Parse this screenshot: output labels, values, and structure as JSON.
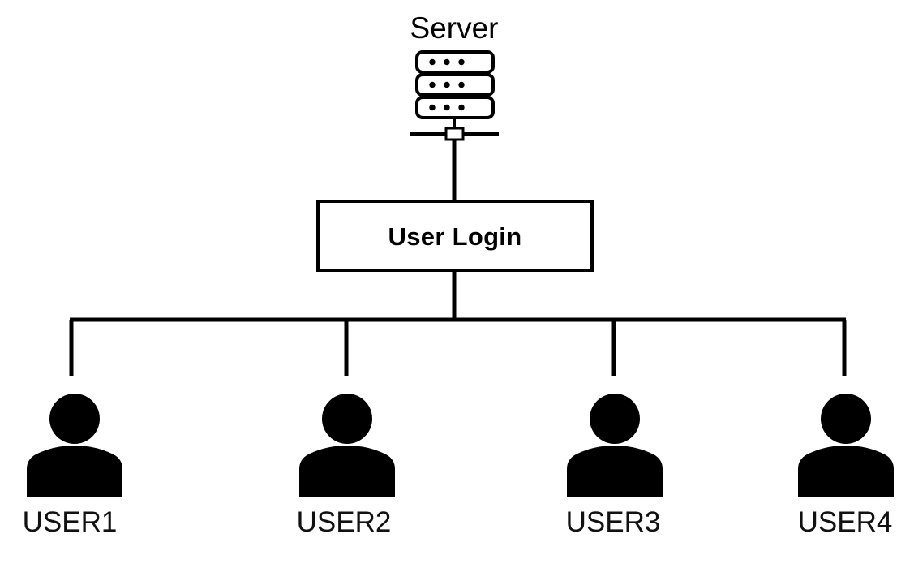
{
  "diagram": {
    "title": "Server",
    "background_color": "#ffffff",
    "stroke_color": "#000000",
    "fill_color": "#000000",
    "server": {
      "label": "Server",
      "icon_name": "server-rack-icon",
      "rack_units": 3,
      "dots_per_unit": 3
    },
    "process_box": {
      "label": "User Login"
    },
    "users": [
      {
        "label": "USER1",
        "icon_name": "user-person-icon"
      },
      {
        "label": "USER2",
        "icon_name": "user-person-icon"
      },
      {
        "label": "USER3",
        "icon_name": "user-person-icon"
      },
      {
        "label": "USER4",
        "icon_name": "user-person-icon"
      }
    ],
    "connections": {
      "server_to_login": "vertical-line",
      "login_to_bus": "vertical-line",
      "bus": "horizontal-line",
      "bus_to_users": "vertical-line"
    }
  }
}
